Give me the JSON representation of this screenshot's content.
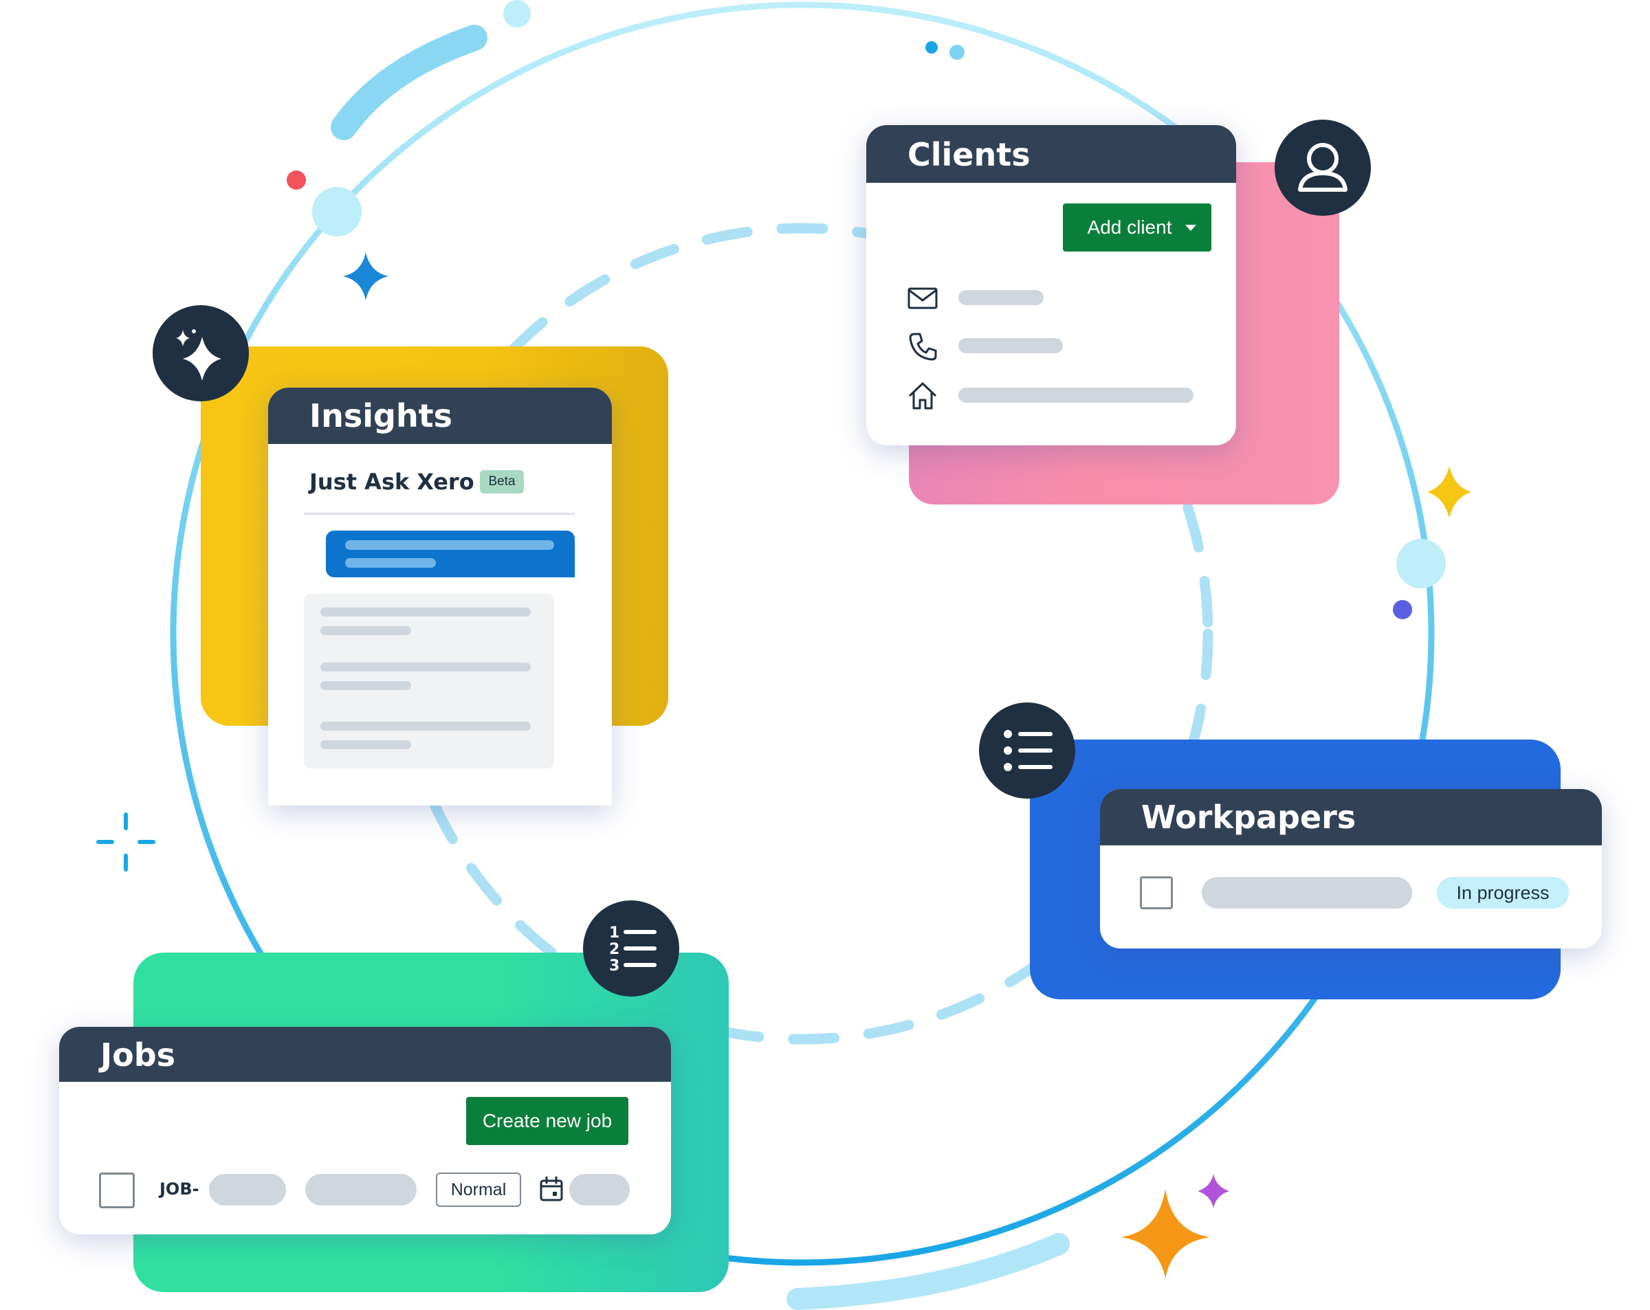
{
  "insights": {
    "title": "Insights",
    "subtitle": "Just Ask Xero",
    "beta_label": "Beta",
    "icon": "sparkle-icon"
  },
  "clients": {
    "title": "Clients",
    "add_button_label": "Add client",
    "icons": [
      "envelope-icon",
      "phone-icon",
      "home-icon",
      "user-icon"
    ]
  },
  "workpapers": {
    "title": "Workpapers",
    "status_label": "In progress",
    "icon": "list-icon"
  },
  "jobs": {
    "title": "Jobs",
    "create_button_label": "Create new job",
    "job_prefix": "JOB-",
    "priority_label": "Normal",
    "icons": [
      "numbered-list-icon",
      "calendar-icon"
    ]
  },
  "colors": {
    "header_bg": "#314256",
    "icon_circle": "#1f3042",
    "yellow": "#f7c514",
    "pink": "#f78dab",
    "blue": "#236ade",
    "green": "#31e0a0",
    "button_green": "#0a7f3b",
    "bubble_blue": "#0c74cd",
    "ring": "#5cc8ef"
  }
}
